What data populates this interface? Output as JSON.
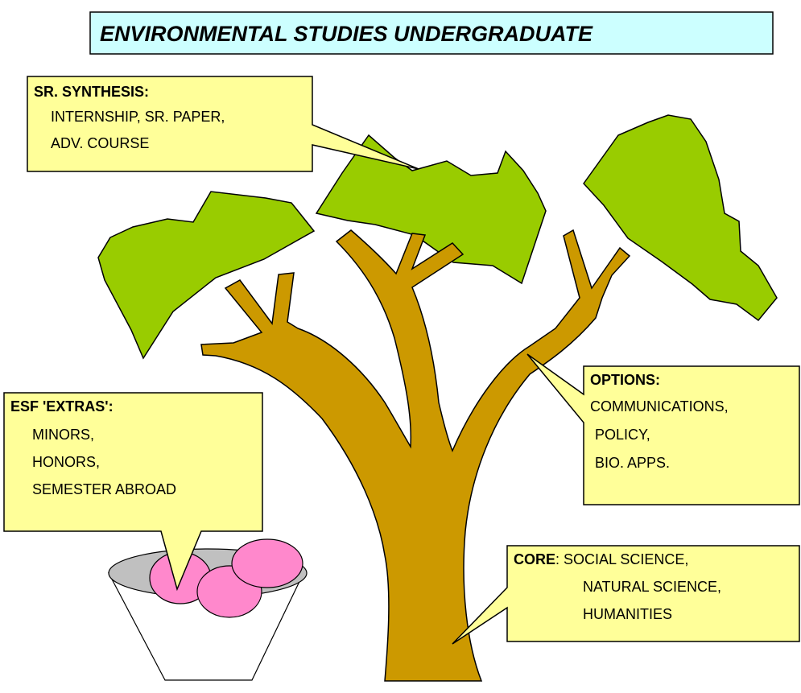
{
  "title": "ENVIRONMENTAL STUDIES UNDERGRADUATE",
  "colors": {
    "title_fill": "#ccffff",
    "callout_fill": "#ffff99",
    "leaf_fill": "#99cc00",
    "trunk_fill": "#cc9900",
    "flower_fill": "#ff88cc",
    "basket_fill": "#ffffff",
    "basket_rim": "#c0c0c0",
    "outline": "#000000"
  },
  "callouts": {
    "synthesis": {
      "heading": "SR. SYNTHESIS:",
      "lines": [
        "INTERNSHIP, SR. PAPER,",
        "ADV. COURSE"
      ]
    },
    "options": {
      "heading": "OPTIONS:",
      "lines": [
        "COMMUNICATIONS,",
        "POLICY,",
        "BIO. APPS."
      ]
    },
    "extras": {
      "heading": "ESF 'EXTRAS':",
      "lines": [
        "MINORS,",
        "HONORS,",
        "SEMESTER  ABROAD"
      ]
    },
    "core": {
      "heading": "CORE",
      "heading_suffix": ": SOCIAL SCIENCE,",
      "lines": [
        "NATURAL SCIENCE,",
        "HUMANITIES"
      ]
    }
  }
}
